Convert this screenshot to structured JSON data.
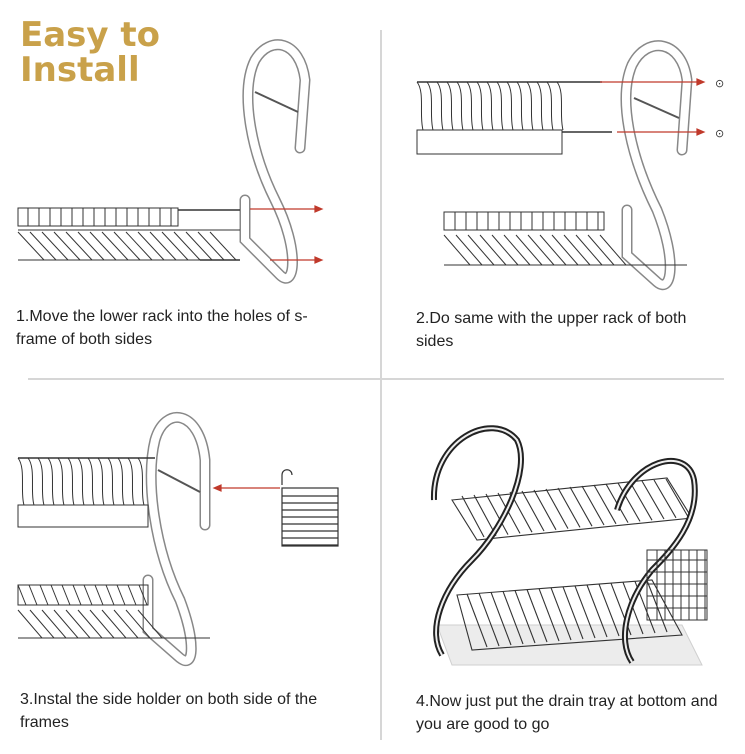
{
  "title": "Easy to\nInstall",
  "colors": {
    "title": "#c9a14a",
    "arrow": "#c0392b",
    "frame": "#9a9a9a"
  },
  "steps": [
    {
      "caption": "1.Move the lower rack into the holes of s-frame of both sides"
    },
    {
      "caption": "2.Do same with the upper rack of both sides"
    },
    {
      "caption": "3.Instal the side holder on both side of the frames"
    },
    {
      "caption": "4.Now just put the drain tray at bottom and you are good to go"
    }
  ]
}
